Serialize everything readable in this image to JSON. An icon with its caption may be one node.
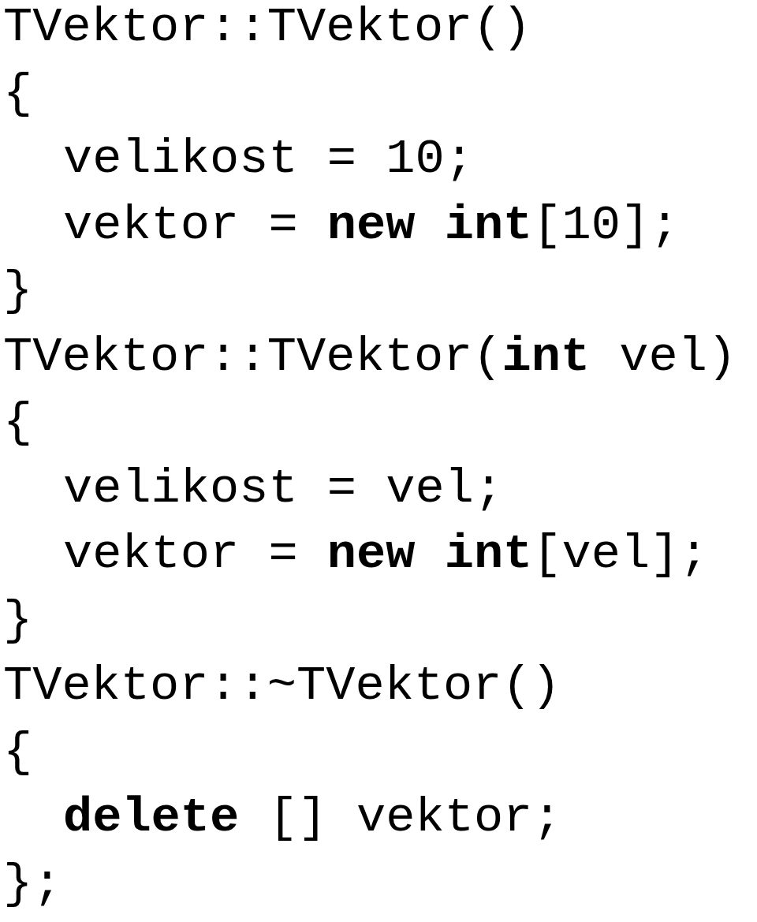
{
  "diagram": {
    "labels": [
      "TVektor::TVektor()",
      "{",
      "velikost = 10;",
      "vektor = **new** **int**[10];",
      "}",
      "TVektor::TVektor(**int** vel)",
      "{",
      "velikost = vel;",
      "vektor = **new** **int**[vel];",
      "}",
      "TVektor::~TVektor()",
      "{",
      "**delete** [] vektor;",
      "};"
    ]
  }
}
